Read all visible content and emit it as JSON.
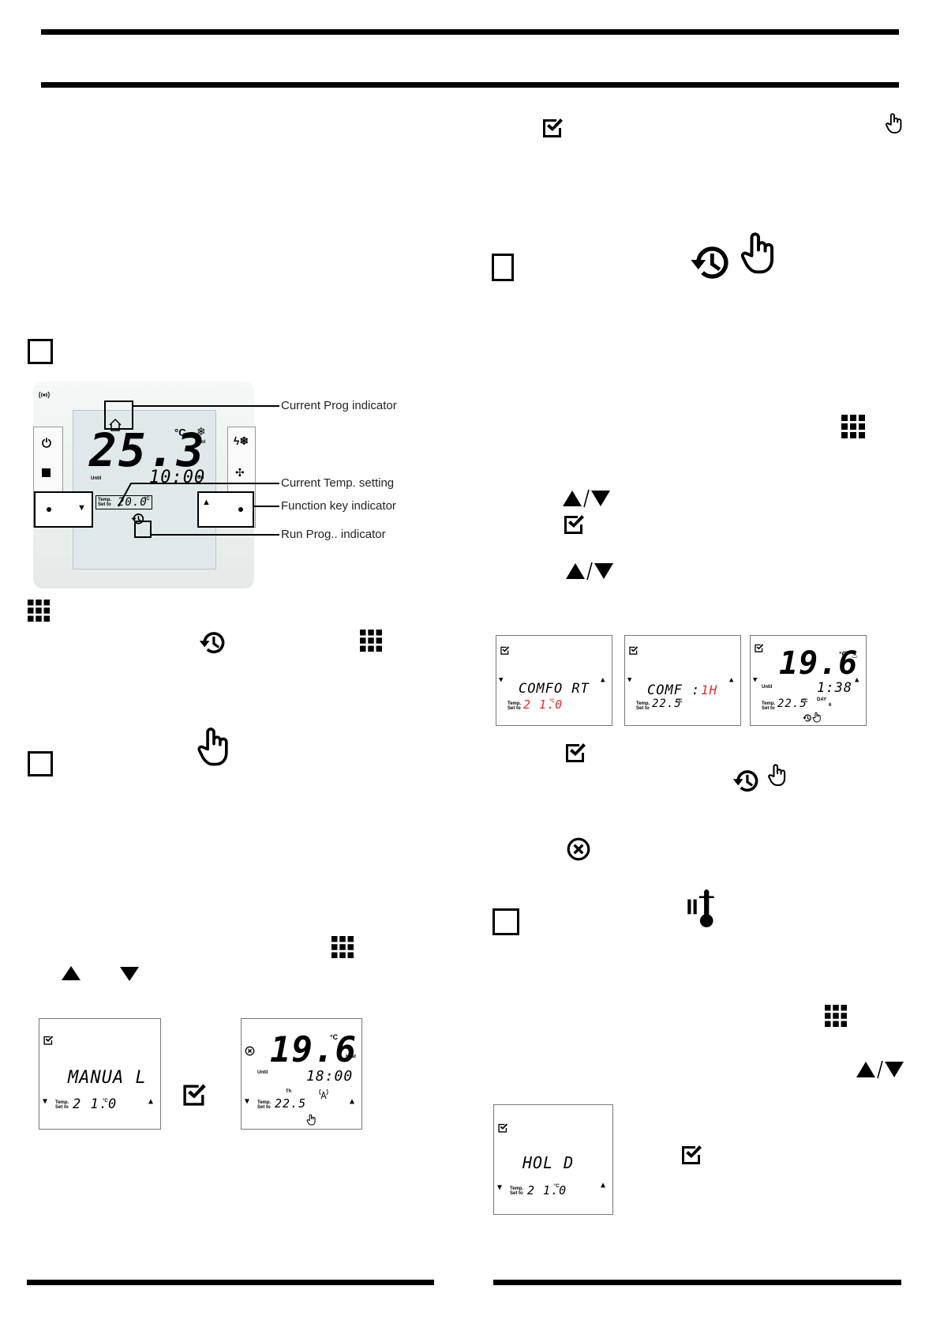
{
  "device": {
    "labels": {
      "current_prog": "Current Prog indicator",
      "current_temp": "Current Temp. setting",
      "function_key": "Function key indicator",
      "run_prog": "Run Prog.. indicator"
    },
    "display": {
      "temperature": "25.3",
      "unit": "°C",
      "mode": "Cool",
      "until": "Until",
      "time": "10:00",
      "on": "On",
      "temp_label_1": "Temp.",
      "temp_label_2": "Set to",
      "set_temp": "20.0",
      "set_unit": "°C"
    }
  },
  "lcd_manual": {
    "text": "MANUA L",
    "set_temp": "2 1.0",
    "unit": "°C",
    "temp_label_1": "Temp.",
    "temp_label_2": "Set to"
  },
  "lcd_manual_result": {
    "temperature": "19.6",
    "unit": "°C",
    "mode": "Heat",
    "until": "Until",
    "time": "18:00",
    "day": "Th",
    "set_temp": "22.5",
    "temp_label_1": "Temp.",
    "temp_label_2": "Set to"
  },
  "lcd_comfort": {
    "text": "COMFO RT",
    "set_temp": "2 1.0",
    "unit": "°C",
    "temp_label_1": "Temp.",
    "temp_label_2": "Set to"
  },
  "lcd_comf_1h": {
    "text_a": "COMF : ",
    "text_b": "1H",
    "set_temp": "22.5",
    "unit": "°C",
    "temp_label_1": "Temp.",
    "temp_label_2": "Set to"
  },
  "lcd_comfort_result": {
    "temperature": "19.6",
    "unit": "°C",
    "until": "Until",
    "time": "1:38",
    "day_label": "DAY",
    "day_value": "6",
    "set_temp": "22.5",
    "temp_label_1": "Temp.",
    "temp_label_2": "Set to"
  },
  "lcd_hold": {
    "text": "HOL D",
    "set_temp": "2 1.0",
    "unit": "°C",
    "temp_label_1": "Temp.",
    "temp_label_2": "Set to"
  }
}
